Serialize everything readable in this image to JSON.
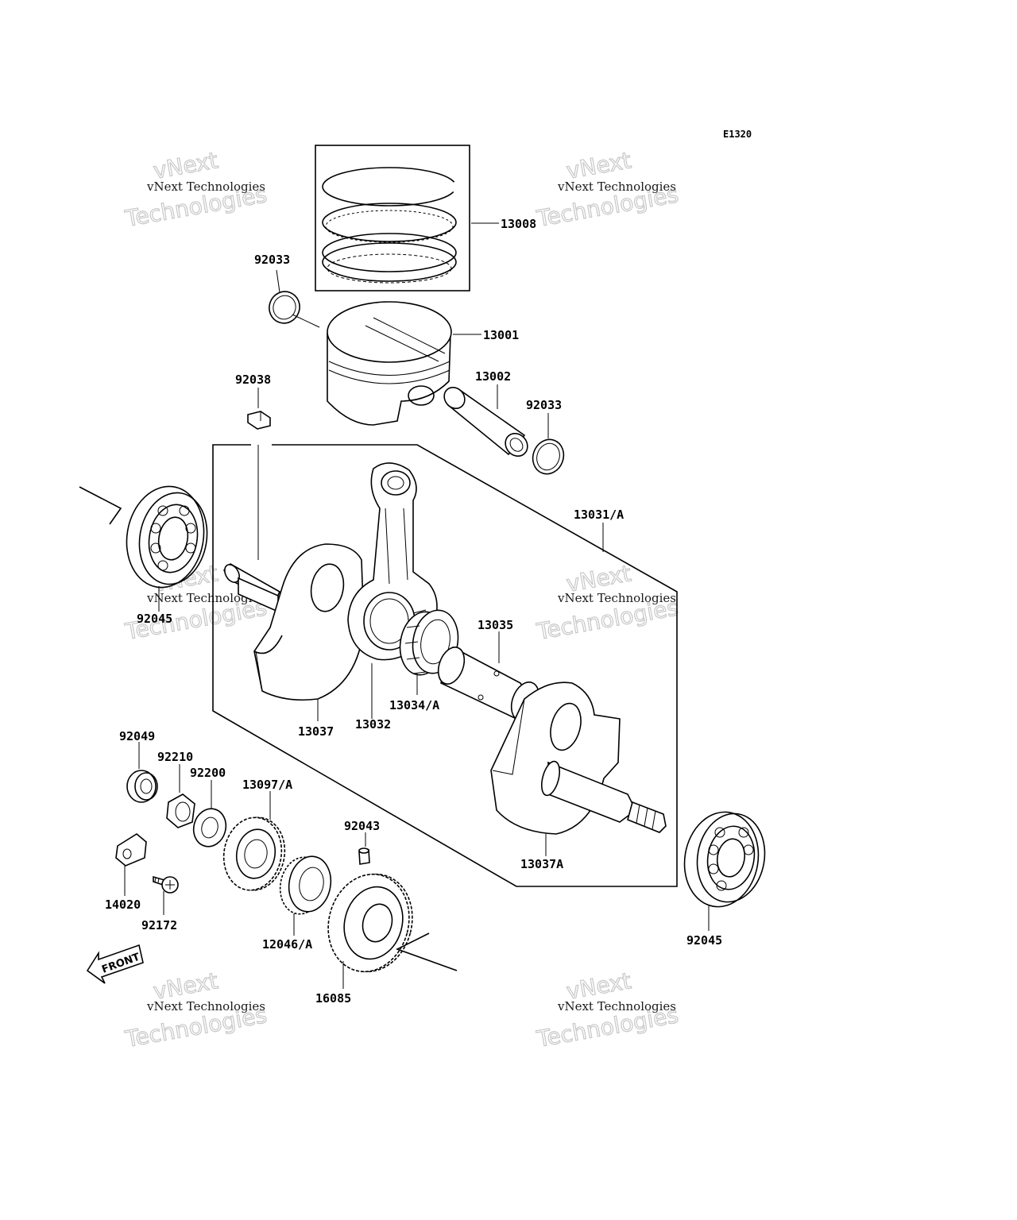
{
  "diagram_code": "E1320",
  "front_label": "FRONT",
  "watermark": {
    "line1": "vNext Technologies",
    "line2": "Technologies",
    "line3": "vNext"
  },
  "parts": {
    "p13008": "13008",
    "p92033a": "92033",
    "p13001": "13001",
    "p92038": "92038",
    "p13002": "13002",
    "p92033b": "92033",
    "p13031": "13031/A",
    "p92045a": "92045",
    "p13035": "13035",
    "p13034": "13034/A",
    "p13037": "13037",
    "p13032": "13032",
    "p92049": "92049",
    "p92210": "92210",
    "p92200": "92200",
    "p13097": "13097/A",
    "p92043": "92043",
    "p14020": "14020",
    "p92172": "92172",
    "p12046": "12046/A",
    "p16085": "16085",
    "p13037A": "13037A",
    "p92045b": "92045"
  }
}
